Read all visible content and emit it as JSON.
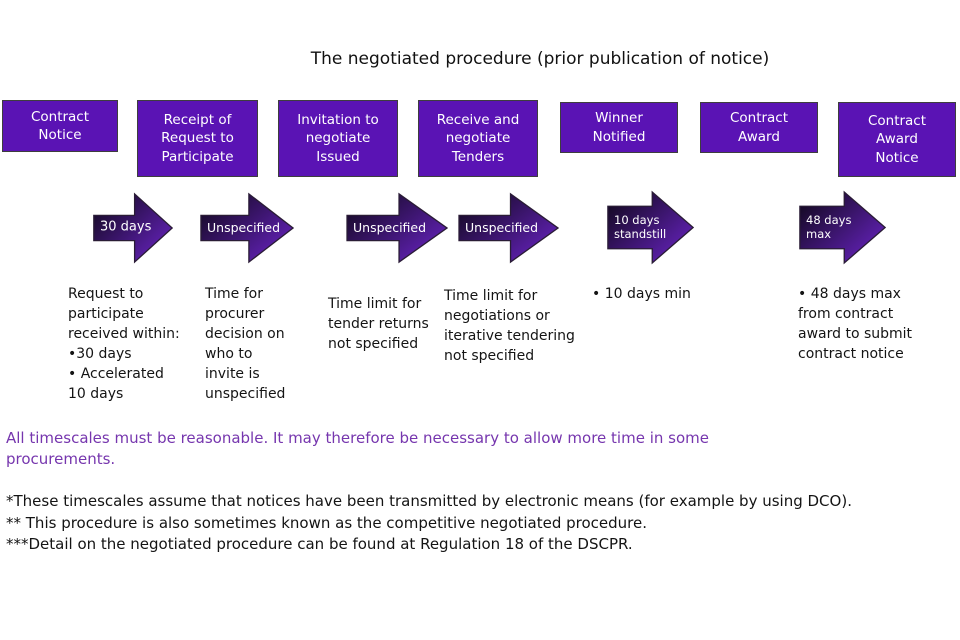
{
  "title": "The negotiated procedure (prior publication of notice)",
  "stages": [
    "Contract\nNotice",
    "Receipt of\nRequest to\nParticipate",
    "Invitation to\nnegotiate\nIssued",
    "Receive and\nnegotiate\nTenders",
    "Winner\nNotified",
    "Contract\nAward",
    "Contract\nAward\nNotice"
  ],
  "arrows": [
    "30 days",
    "Unspecified",
    "Unspecified",
    "Unspecified",
    "10 days\nstandstill",
    "48 days\nmax"
  ],
  "descriptions": [
    "Request to\nparticipate\nreceived within:\n•30 days\n• Accelerated\n10 days",
    "Time for\nprocurer\ndecision on\nwho to\ninvite is\nunspecified",
    "Time limit for\ntender returns\nnot specified",
    "Time limit for\nnegotiations or\niterative tendering\nnot specified",
    "• 10 days min",
    "• 48 days max\nfrom contract\naward to submit\ncontract notice"
  ],
  "note": "All timescales must be reasonable. It may therefore be necessary to allow more time in some\nprocurements.",
  "footnotes": [
    "*These timescales assume that notices have been transmitted by electronic means (for example by using DCO).",
    "** This procedure is also sometimes known as the competitive negotiated procedure.",
    "***Detail on the negotiated procedure can be found at Regulation 18 of the DSCPR."
  ],
  "colors": {
    "box_fill": "#5A13B4",
    "box_border": "#3E3E3E",
    "arrow_dark": "#0D0715",
    "arrow_purple": "#5B1FA9",
    "arrow_outline": "#2A1C36",
    "note": "#7636AE",
    "text": "#141414"
  }
}
